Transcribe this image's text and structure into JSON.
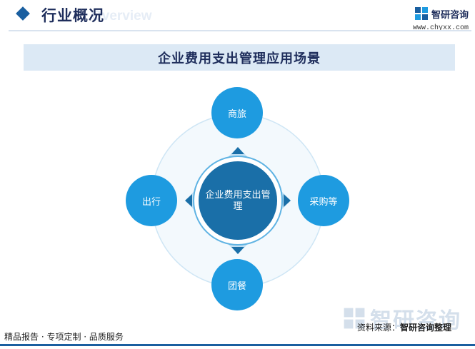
{
  "header": {
    "title": "行业概况",
    "ghost_text": "Overview",
    "brand_name": "智研咨询",
    "brand_url": "www.chyxx.com"
  },
  "banner": {
    "title": "企业费用支出管理应用场景"
  },
  "diagram": {
    "center": "企业费用支出管理",
    "nodes": {
      "top": "商旅",
      "right": "采购等",
      "bottom": "团餐",
      "left": "出行"
    }
  },
  "footer": {
    "left": "精品报告 · 专项定制 · 品质服务",
    "source_label": "资料来源：",
    "source_value": "智研咨询整理",
    "watermark": "智研咨询"
  },
  "colors": {
    "node": "#1e9be0",
    "center_dark": "#1a6fa8",
    "center_ring": "#5fb3e3",
    "outer_ring": "#e7f3fb",
    "title_navy": "#1f2e5c"
  }
}
